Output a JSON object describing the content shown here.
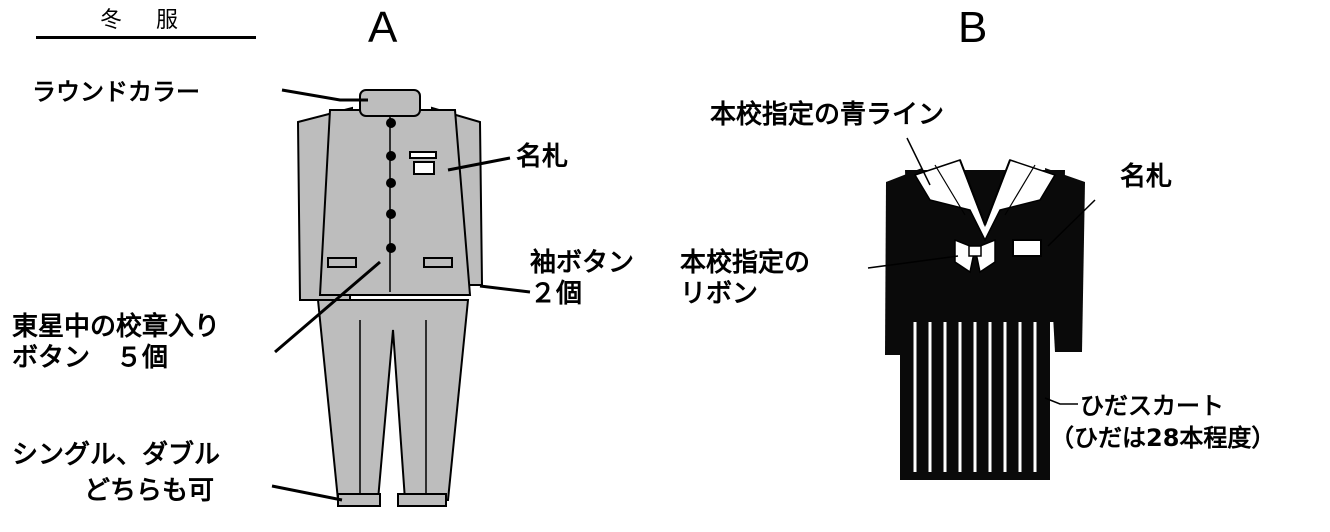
{
  "title": "冬　服",
  "letter_a": "A",
  "letter_b": "B",
  "boys": {
    "round_collar": "ラウンドカラー",
    "nametag": "名札",
    "sleeve_button": "袖ボタン\n２個",
    "school_button": "東星中の校章入り\nボタン　５個",
    "single_double": "シングル、ダブル",
    "either_ok": "どちらも可"
  },
  "girls": {
    "blue_line": "本校指定の青ライン",
    "nametag": "名札",
    "ribbon": "本校指定の\nリボン",
    "pleat_skirt": "ひだスカート",
    "pleat_count": "（ひだは28本程度）"
  },
  "colors": {
    "suit_gray": "#bdbdbd",
    "uniform_black": "#0a0a0a"
  }
}
